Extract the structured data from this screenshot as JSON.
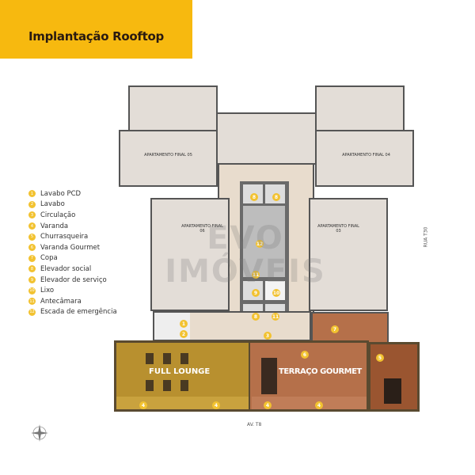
{
  "header": {
    "title": "Implantação Rooftop"
  },
  "legend": [
    {
      "n": "1",
      "label": "Lavabo PCD"
    },
    {
      "n": "2",
      "label": "Lavabo"
    },
    {
      "n": "3",
      "label": "Circulação"
    },
    {
      "n": "4",
      "label": "Varanda"
    },
    {
      "n": "5",
      "label": "Churrasqueira"
    },
    {
      "n": "6",
      "label": "Varanda Gourmet"
    },
    {
      "n": "7",
      "label": "Copa"
    },
    {
      "n": "8",
      "label": "Elevador social"
    },
    {
      "n": "9",
      "label": "Elevador de serviço"
    },
    {
      "n": "10",
      "label": "Lixo"
    },
    {
      "n": "11",
      "label": "Antecâmara"
    },
    {
      "n": "12",
      "label": "Escada de emergência"
    }
  ],
  "plan": {
    "apartments": {
      "a05": "APARTAMENTO FINAL 05",
      "a04": "APARTAMENTO FINAL 04",
      "a06": "APARTAMENTO FINAL 06",
      "a03": "APARTAMENTO FINAL 03"
    },
    "full_lounge": "FULL LOUNGE",
    "terraco_gourmet": "TERRAÇO GOURMET",
    "street_bottom": "AV. T8",
    "street_right": "RUA T30",
    "watermark": "EVO IMÓVEIS"
  },
  "colors": {
    "accent": "#f7b90f",
    "lounge": "#b8902f",
    "terraco": "#b5704a",
    "churrasqueira": "#9a5530"
  }
}
